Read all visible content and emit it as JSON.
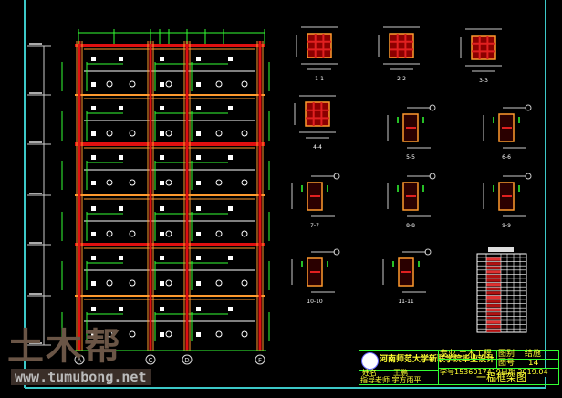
{
  "drawing": {
    "axes": [
      "A",
      "C",
      "D",
      "F"
    ],
    "sections": [
      "1-1",
      "2-2",
      "3-3",
      "4-4",
      "5-5",
      "6-6",
      "7-7",
      "8-8",
      "9-9",
      "10-10",
      "11-11"
    ],
    "colors": {
      "beam": "#e01010",
      "column": "#ff9a2e",
      "dim": "#33ff33",
      "text": "#ffffff",
      "border": "#3cc8c8",
      "title": "#ffff33"
    }
  },
  "title_block": {
    "school": "河南师范大学新联学院毕业设计",
    "major_label": "专业",
    "major": "土木工程",
    "category_label": "图别",
    "category": "结施",
    "number_label": "图号",
    "number": "14",
    "student_id_label": "学号",
    "student_id": "1536017419",
    "date_label": "日期",
    "date": "2019.04",
    "name_label": "姓名",
    "name": "王鹏",
    "advisor_label": "指导老师",
    "advisor": "宇方雨平",
    "drawing_title": "一榀框架图"
  },
  "watermark": {
    "logo": "土木帮",
    "url": "www.tumubong.net"
  }
}
